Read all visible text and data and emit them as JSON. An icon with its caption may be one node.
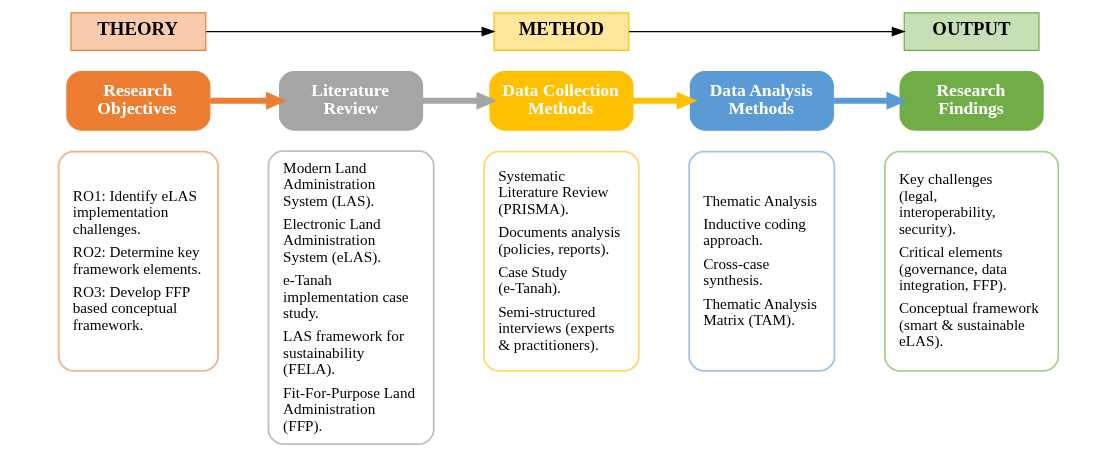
{
  "diagram": {
    "nodes": [
      {
        "text": [
          "THEORY"
        ]
      },
      {
        "text": [
          "METHOD"
        ]
      },
      {
        "text": [
          "OUTPUT"
        ]
      },
      {
        "text": [
          "Research Objectives"
        ]
      },
      {
        "text": [
          "RO1: Identify eLAS implementation challenges.",
          "RO2: Determine key framework elements.",
          "RO3: Develop FFP based conceptual framework."
        ]
      },
      {
        "text": [
          "Literature Review"
        ]
      },
      {
        "text": [
          "Modern Land Administration System (LAS).",
          "Electronic Land Administration System (eLAS).",
          "e-Tanah implementation case study.",
          "LAS framework for sustainability (FELA).",
          "Fit-For-Purpose Land Administration (FFP)."
        ]
      },
      {
        "text": [
          "Data Collection Methods"
        ]
      },
      {
        "text": [
          "Systematic Literature Review (PRISMA).",
          "Documents analysis (policies, reports).",
          "Case Study (e-Tanah).",
          "Semi-structured interviews (experts & practitioners)."
        ]
      },
      {
        "text": [
          "Data Analysis Methods"
        ]
      },
      {
        "text": [
          "Thematic Analysis",
          "Inductive coding approach.",
          "Cross-case synthesis.",
          "Thematic Analysis Matrix (TAM)."
        ]
      },
      {
        "text": [
          "Research Findings"
        ]
      },
      {
        "text": [
          "Key challenges (legal, interoperability, security).",
          "Critical elements (governance, data integration, FFP).",
          "Conceptual framework (smart & sustainable eLAS)."
        ]
      }
    ],
    "edges": [
      {
        "from": 0,
        "to": 1,
        "arrow": "to"
      },
      {
        "from": 1,
        "to": 2,
        "arrow": "to"
      },
      {
        "from": 3,
        "to": 5,
        "arrow": "to",
        "color": "#ed7d31"
      },
      {
        "from": 5,
        "to": 7,
        "arrow": "to",
        "color": "#a5a5a5"
      },
      {
        "from": 7,
        "to": 9,
        "arrow": "to",
        "color": "#ffc000"
      },
      {
        "from": 9,
        "to": 11,
        "arrow": "to",
        "color": "#5b9bd5"
      }
    ]
  }
}
